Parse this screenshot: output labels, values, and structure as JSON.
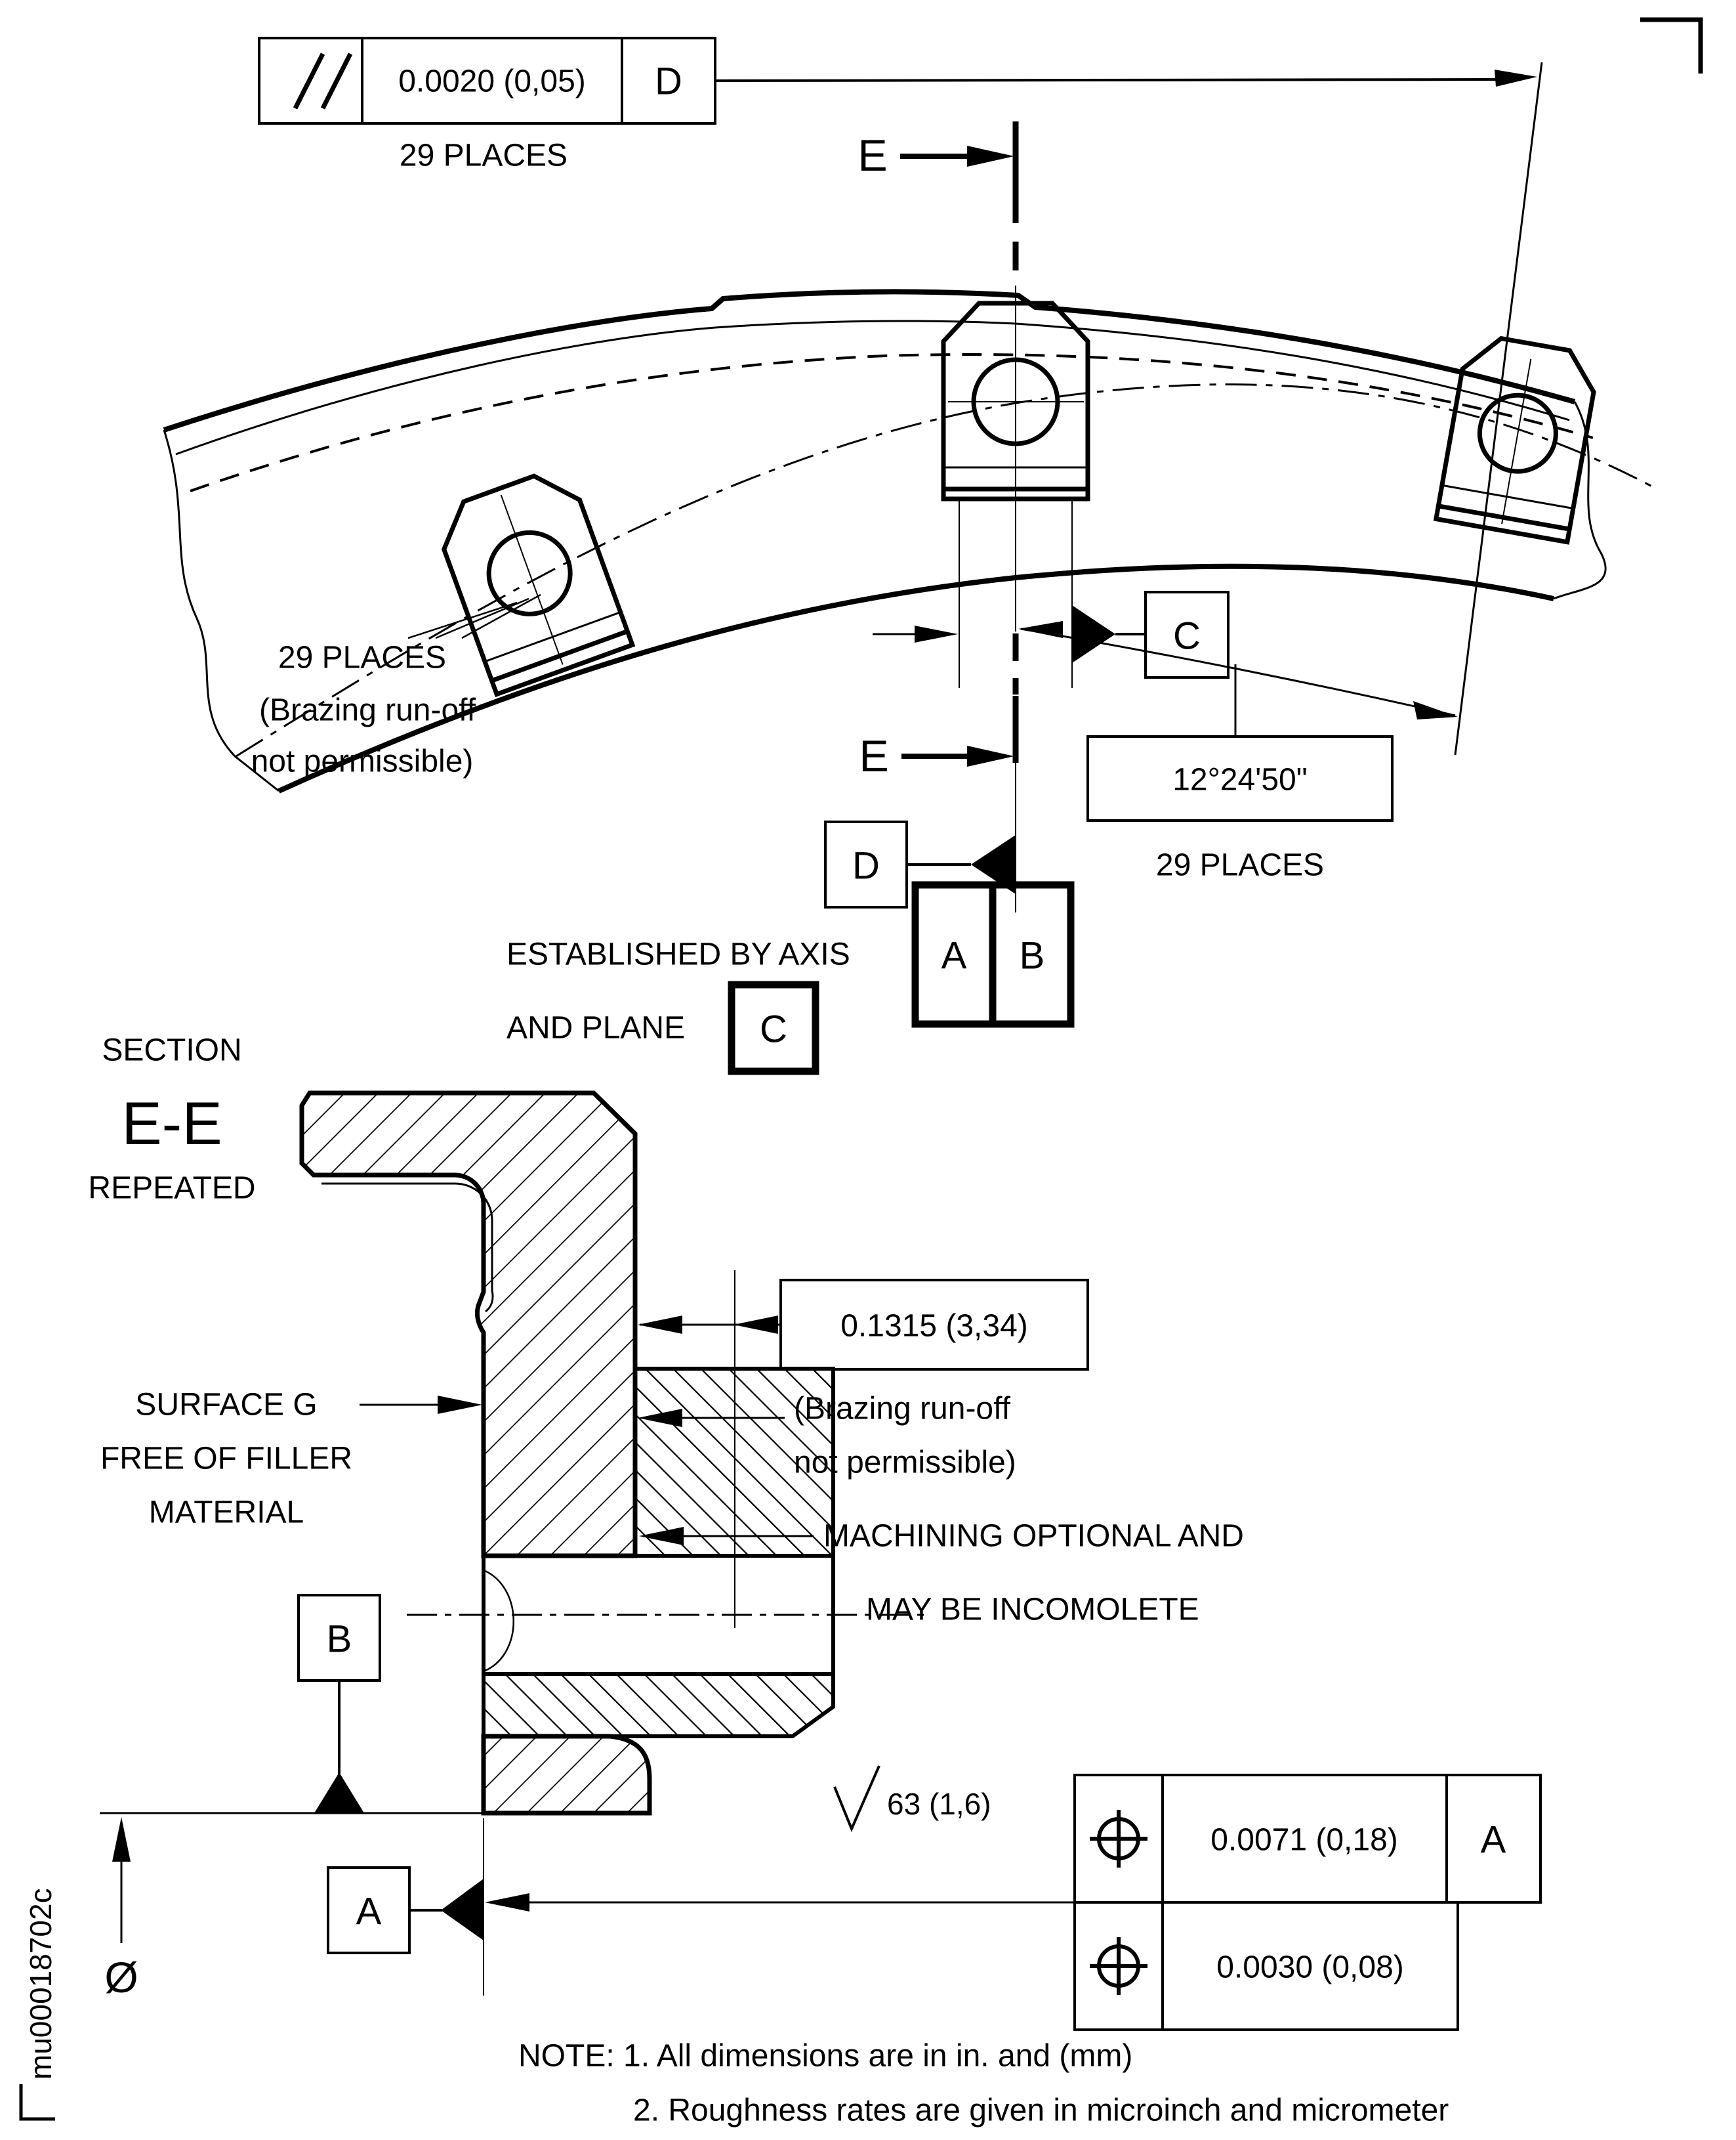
{
  "doc": {
    "number": "mu00018702c"
  },
  "fcf_parallelism": {
    "symbol_name": "parallelism-icon",
    "tolerance": "0.0020 (0,05)",
    "datum": "D",
    "note": "29 PLACES"
  },
  "section_cut": {
    "label_top": "E",
    "label_bottom": "E"
  },
  "datum_flags": {
    "c": "C",
    "d": "D",
    "b": "B",
    "a": "A"
  },
  "angle_dimension": {
    "value": "12°24'50\"",
    "note": "29 PLACES"
  },
  "boss_note": {
    "line1": "29 PLACES",
    "line2": "(Brazing run-off",
    "line3": "not permissible)"
  },
  "established_note": {
    "line1": "ESTABLISHED BY AXIS",
    "datum_a": "A",
    "datum_b": "B",
    "line2": "AND PLANE",
    "datum_c": "C"
  },
  "section_label": {
    "line1": "SECTION",
    "line2": "E-E",
    "line3": "REPEATED"
  },
  "thickness_dimension": {
    "value": "0.1315 (3,34)"
  },
  "brazing_note": {
    "line1": "(Brazing run-off",
    "line2": "not permissible)"
  },
  "surface_note": {
    "line1": "SURFACE G",
    "line2": "FREE OF FILLER",
    "line3": "MATERIAL"
  },
  "machining_note": {
    "line1": "MACHINING OPTIONAL AND",
    "line2": "MAY BE INCOMOLETE"
  },
  "roughness": {
    "value": "63 (1,6)"
  },
  "diameter": {
    "symbol": "Ø"
  },
  "position_fcf_1": {
    "tolerance": "0.0071 (0,18)",
    "datum": "A"
  },
  "position_fcf_2": {
    "tolerance": "0.0030 (0,08)"
  },
  "notes": {
    "line1": "NOTE: 1. All dimensions are in in. and (mm)",
    "line2": "2. Roughness rates are given in microinch and micrometer"
  }
}
